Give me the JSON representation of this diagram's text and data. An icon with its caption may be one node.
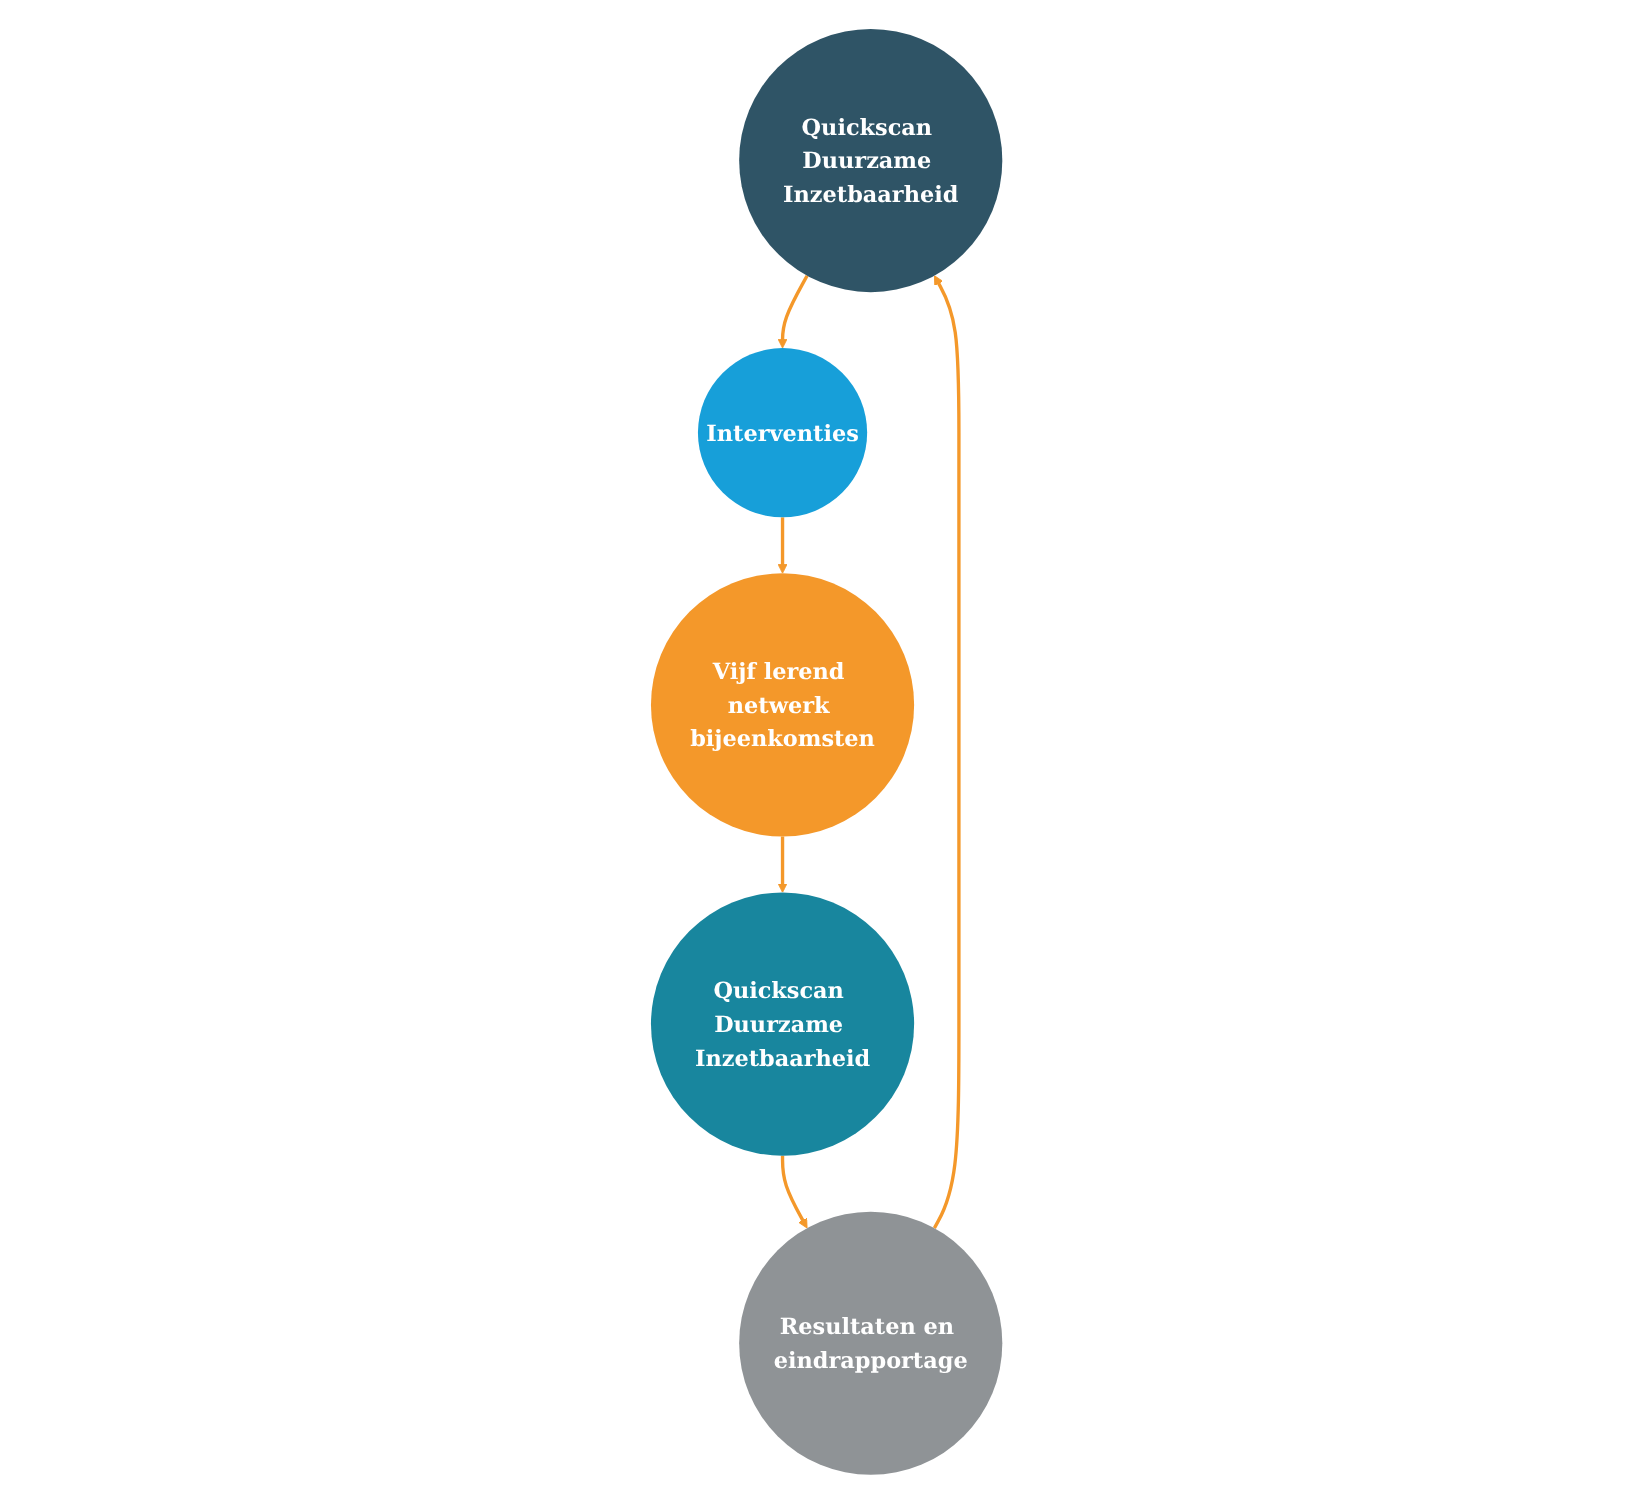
{
  "diagram": {
    "nodes": [
      {
        "text": [
          "Quickscan Duurzame Inzetbaarheid"
        ]
      },
      {
        "text": [
          "Interventies"
        ]
      },
      {
        "text": [
          "Vijf lerend netwerk bijeenkomsten"
        ]
      },
      {
        "text": [
          "Quickscan Duurzame Inzetbaarheid"
        ]
      },
      {
        "text": [
          "Resultaten en eindrapportage"
        ]
      }
    ],
    "edges": [
      {
        "from": 0,
        "to": 1,
        "arrow": "to"
      },
      {
        "from": 1,
        "to": 2,
        "arrow": "to"
      },
      {
        "from": 2,
        "to": 3,
        "arrow": "to"
      },
      {
        "from": 3,
        "to": 4,
        "arrow": "to"
      },
      {
        "from": 4,
        "to": 0,
        "arrow": "to"
      }
    ]
  }
}
